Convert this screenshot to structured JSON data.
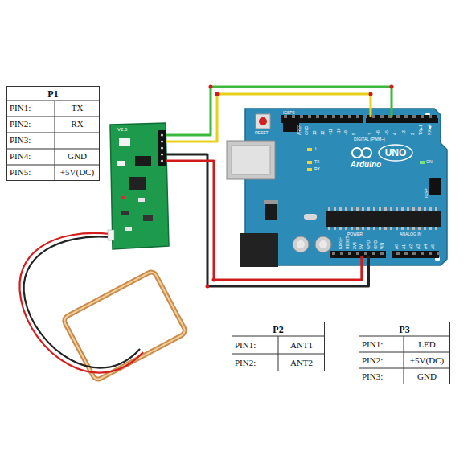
{
  "diagram": {
    "nodes": [
      {
        "text": [
          "P1"
        ]
      },
      {
        "text": [
          "P2"
        ]
      },
      {
        "text": [
          "P3"
        ]
      }
    ],
    "labels": [
      "PIN1:",
      "TX",
      "PIN2:",
      "RX",
      "PIN3:",
      "PIN4:",
      "GND",
      "PIN5:",
      "+5V(DC)",
      "PIN1:",
      "ANT1",
      "PIN2:",
      "ANT2",
      "PIN1:",
      "LED",
      "PIN2:",
      "+5V(DC)",
      "PIN3:",
      "GND",
      "V2.0",
      "RESET",
      "ICSP2",
      "L",
      "TX",
      "RX",
      "Arduino",
      "UNO",
      "ON",
      "ICSP",
      "DIGITAL (PWM~)",
      "POWER",
      "ANALOG IN",
      "AREF",
      "GND",
      "13",
      "12",
      "~11",
      "~10",
      "~9",
      "8",
      "7",
      "~6",
      "~5",
      "4",
      "~3",
      "2",
      "TX▶1",
      "RX◀0",
      "IOREF",
      "RESET",
      "3V3",
      "5V",
      "GND",
      "GND",
      "VIN",
      "A0",
      "A1",
      "A2",
      "A3",
      "A4",
      "A5"
    ]
  }
}
